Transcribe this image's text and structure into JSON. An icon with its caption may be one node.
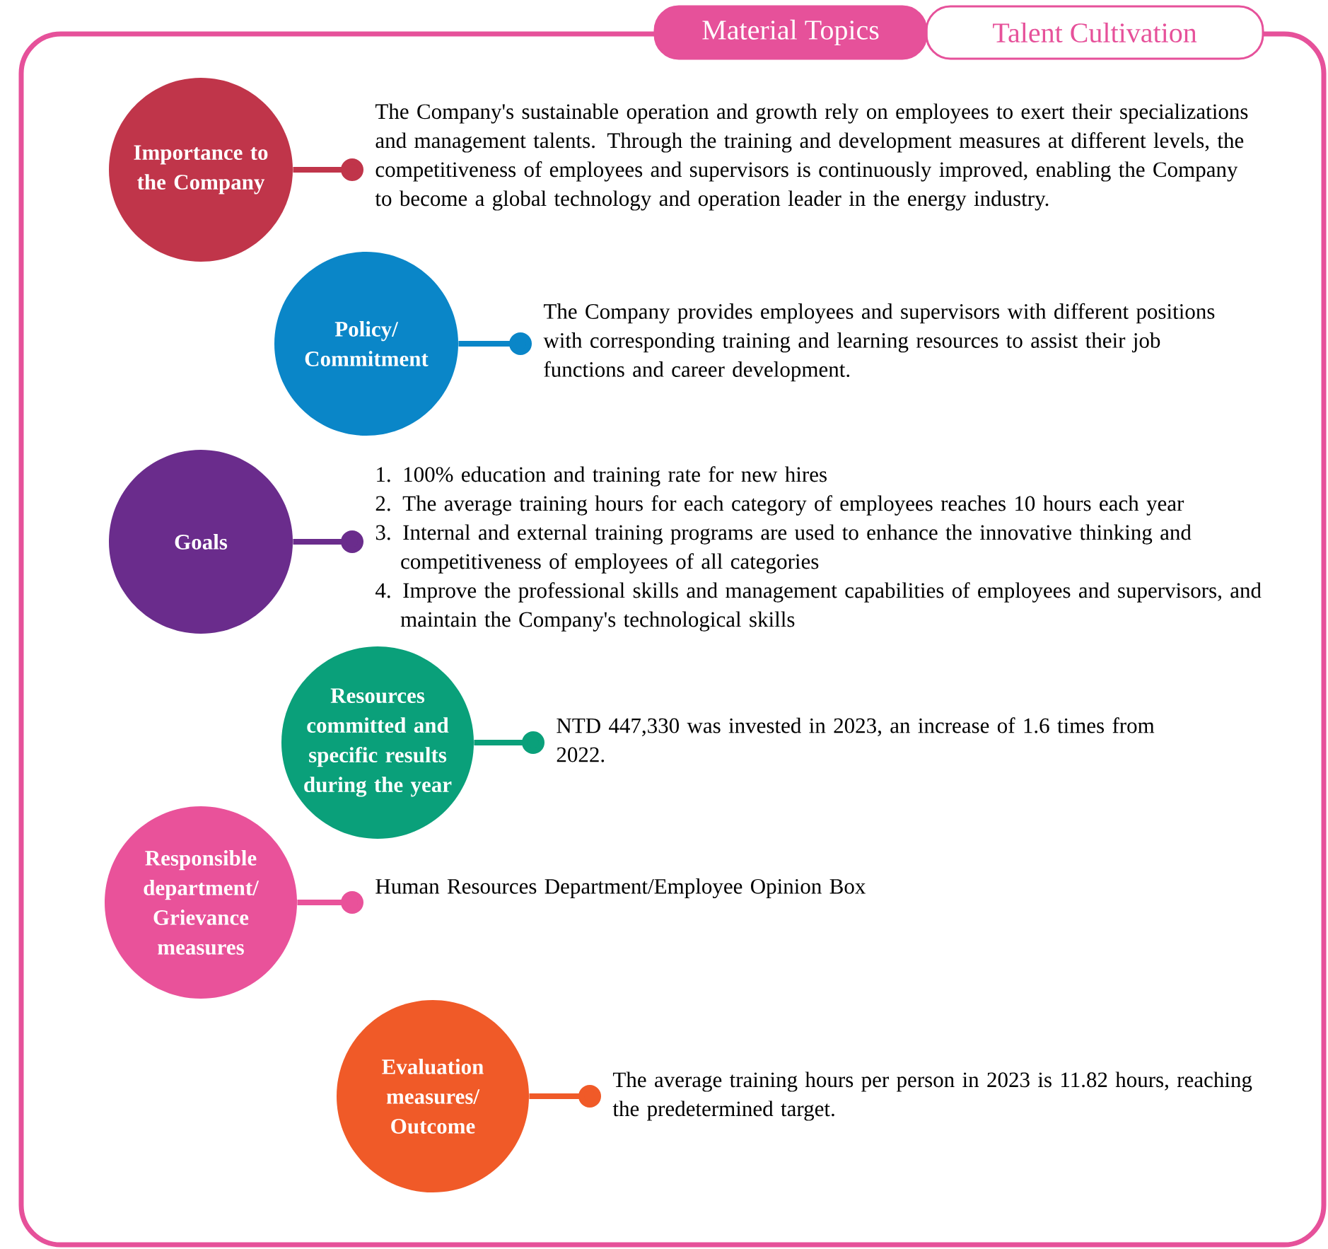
{
  "diagram": {
    "nodes": [
      {
        "text": [
          "Material Topics"
        ]
      },
      {
        "text": [
          "Talent Cultivation"
        ]
      },
      {
        "text": [
          "Importance to the Company"
        ]
      },
      {
        "text": [
          "Policy/ Commitment"
        ]
      },
      {
        "text": [
          "Goals"
        ]
      },
      {
        "text": [
          "Resources committed and specific results during the year"
        ]
      },
      {
        "text": [
          "Responsible department/ Grievance measures"
        ]
      },
      {
        "text": [
          "Evaluation measures/ Outcome"
        ]
      },
      {
        "text": [
          "The Company's sustainable operation and growth rely on employees to exert their specializations and management talents. Through the training and development measures at different levels, the competitiveness of employees and supervisors is continuously improved, enabling the Company to become a global technology and operation leader in the energy industry."
        ]
      },
      {
        "text": [
          "The Company provides employees and supervisors with different positions with corresponding training and learning resources to assist their job functions and career development."
        ]
      },
      {
        "text": [
          "1. 100% education and training rate for new hires",
          "2. The average training hours for each category of employees reaches 10 hours each year",
          "3. Internal and external training programs are used to enhance the innovative thinking and competitiveness of employees of all categories",
          "4. Improve the professional skills and management capabilities of employees and supervisors, and maintain the Company's technological skills"
        ]
      },
      {
        "text": [
          "NTD 447,330 was invested in 2023, an increase of 1.6 times from 2022."
        ]
      },
      {
        "text": [
          "Human Resources Department/Employee Opinion Box"
        ]
      },
      {
        "text": [
          "The average training hours per person in 2023 is 11.82 hours, reaching the predetermined target."
        ]
      }
    ],
    "edges": [
      {
        "from": 2,
        "to": 8,
        "arrow": "other",
        "color": "#c0354a"
      },
      {
        "from": 3,
        "to": 9,
        "arrow": "other",
        "color": "#0a86c8"
      },
      {
        "from": 4,
        "to": 10,
        "arrow": "other",
        "color": "#6a2c8c"
      },
      {
        "from": 5,
        "to": 11,
        "arrow": "other",
        "color": "#0aa07a"
      },
      {
        "from": 6,
        "to": 12,
        "arrow": "other",
        "color": "#e9529a"
      },
      {
        "from": 7,
        "to": 13,
        "arrow": "other",
        "color": "#f05a28"
      }
    ]
  }
}
